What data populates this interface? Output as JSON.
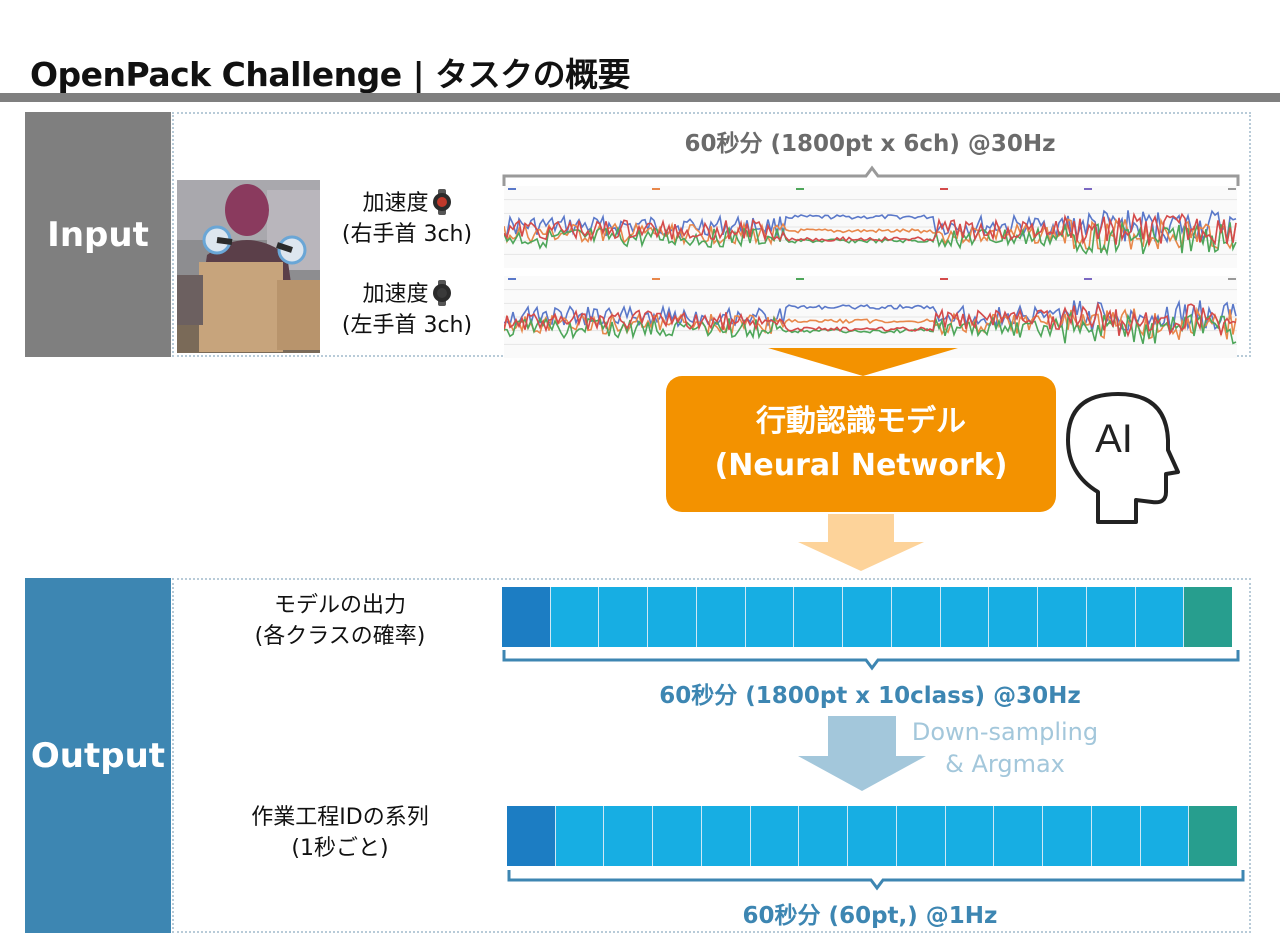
{
  "page": {
    "title": "OpenPack Challenge | タスクの概要"
  },
  "input": {
    "section_label": "Input",
    "span_caption": "60秒分 (1800pt x 6ch) @30Hz",
    "sensors": [
      {
        "line1": "加速度",
        "line2": "(右手首 3ch)",
        "icon": "smartwatch-icon"
      },
      {
        "line1": "加速度",
        "line2": "(左手首 3ch)",
        "icon": "smartwatch-icon"
      }
    ],
    "series_colors": [
      "#5a78c9",
      "#e8874a",
      "#4ea65a",
      "#d44a4a",
      "#7b68c2",
      "#999999"
    ]
  },
  "model": {
    "line1": "行動認識モデル",
    "line2": "(Neural Network)",
    "ai_label": "AI",
    "color": "#f39200"
  },
  "output": {
    "section_label": "Output",
    "model_output": {
      "line1": "モデルの出力",
      "line2": "(各クラスの確率)"
    },
    "model_output_caption": "60秒分 (1800pt x 10class) @30Hz",
    "downsample_label_1": "Down-sampling",
    "downsample_label_2": "& Argmax",
    "sequence": {
      "line1": "作業工程IDの系列",
      "line2": "(1秒ごと)"
    },
    "sequence_caption": "60秒分 (60pt,) @1Hz",
    "bar_cells": [
      "#1c7dc3",
      "#17aee3",
      "#17aee3",
      "#17aee3",
      "#17aee3",
      "#17aee3",
      "#17aee3",
      "#17aee3",
      "#17aee3",
      "#17aee3",
      "#17aee3",
      "#17aee3",
      "#17aee3",
      "#17aee3",
      "#279e8e"
    ]
  },
  "colors": {
    "accent_blue": "#3d86b2",
    "gray": "#7f7f7f",
    "arrow_orange": "#fdd39a",
    "arrow_blue": "#a3c7db"
  }
}
